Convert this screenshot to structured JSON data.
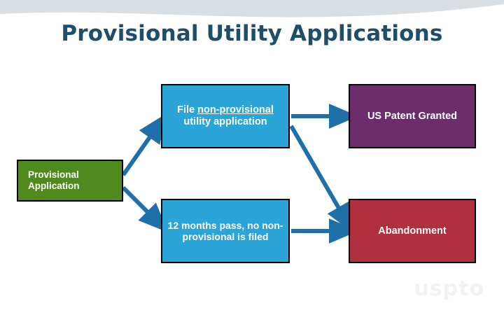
{
  "slide": {
    "title": "Provisional Utility Applications",
    "watermark": "uspto",
    "colors": {
      "title": "#1F4E6B",
      "provisional": "#4F8A1F",
      "process": "#2BA4D8",
      "granted": "#6B2D6B",
      "abandonment": "#B03040",
      "arrow": "#1F6FA8",
      "band": "#D9DEE3"
    }
  },
  "nodes": {
    "provisional": {
      "label_line1": "Provisional",
      "label_line2": "Application"
    },
    "file_nonprovisional": {
      "pre": "File ",
      "underlined": "non-provisional",
      "post": " utility application"
    },
    "twelve_months": {
      "label": "12 months pass, no non-provisional is filed"
    },
    "granted": {
      "label": "US Patent Granted"
    },
    "abandonment": {
      "label": "Abandonment"
    }
  },
  "arrows": [
    {
      "name": "provisional-to-file-nonprovisional",
      "from": "provisional",
      "to": "file_nonprovisional"
    },
    {
      "name": "provisional-to-twelve-months",
      "from": "provisional",
      "to": "twelve_months"
    },
    {
      "name": "file-nonprovisional-to-granted",
      "from": "file_nonprovisional",
      "to": "granted"
    },
    {
      "name": "file-nonprovisional-to-abandonment",
      "from": "file_nonprovisional",
      "to": "abandonment"
    },
    {
      "name": "twelve-months-to-abandonment",
      "from": "twelve_months",
      "to": "abandonment"
    }
  ]
}
